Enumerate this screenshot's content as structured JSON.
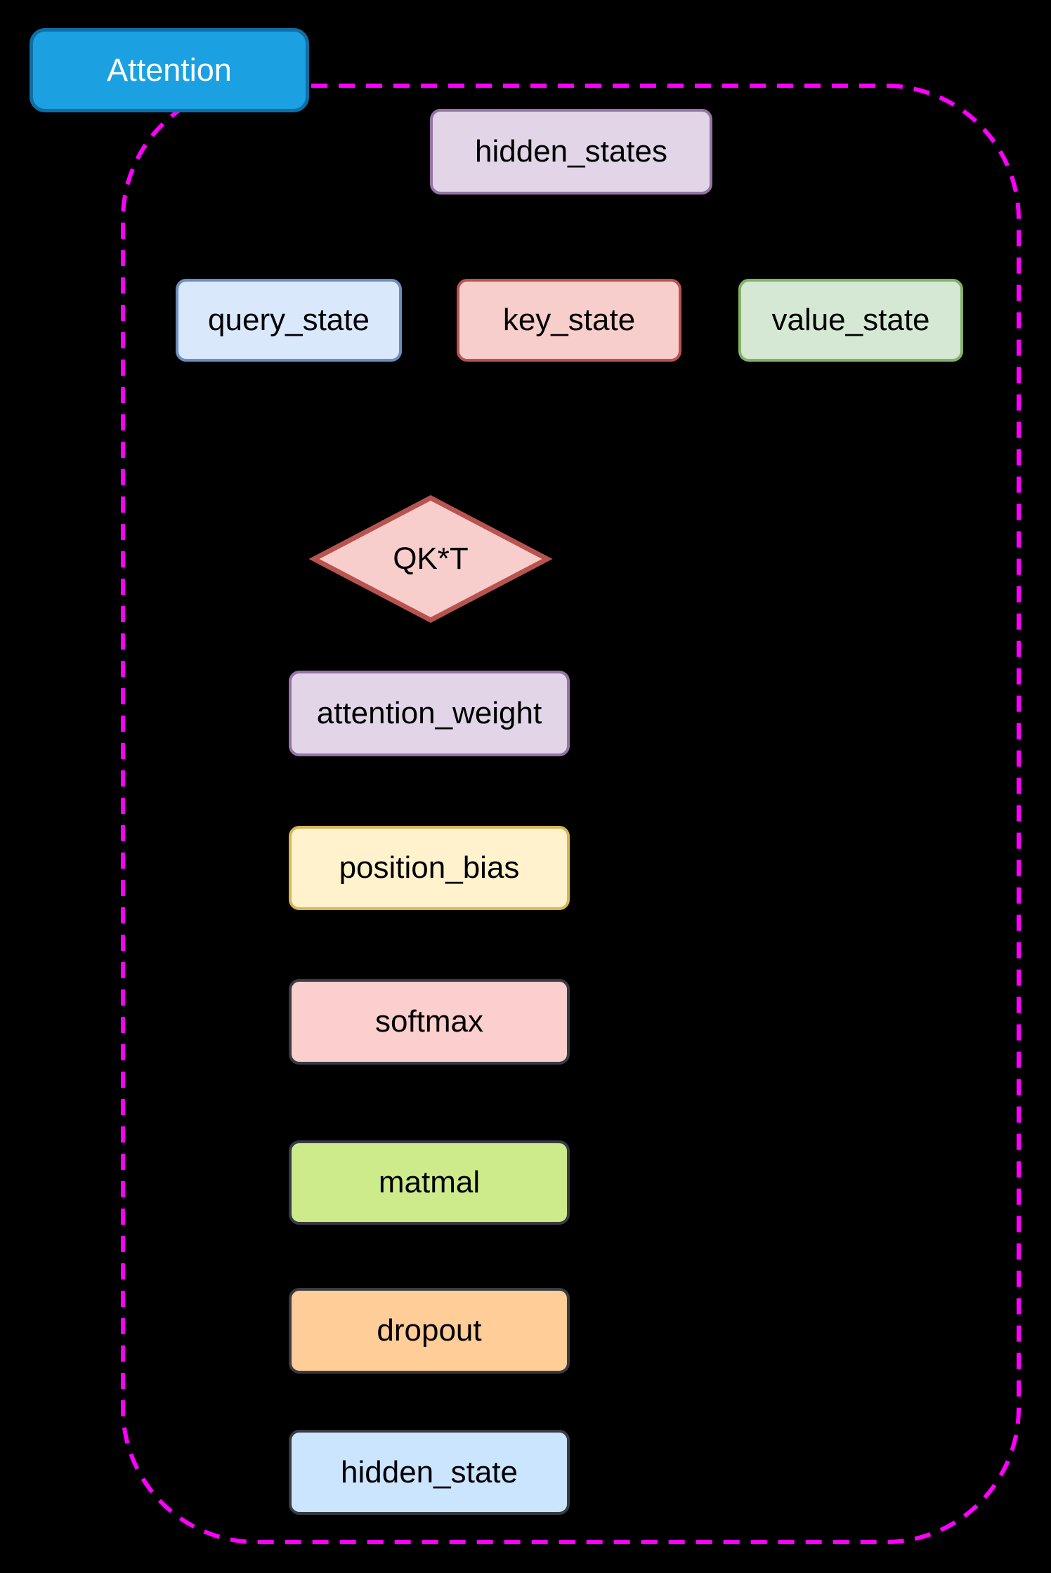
{
  "background_color": "#000000",
  "group_container": {
    "border_color": "#FF00FF",
    "border_style": "dashed"
  },
  "title_node": {
    "label": "Attention",
    "fill": "#1BA1E2",
    "border": "#0F6FA5",
    "text_color": "#FFFFFF"
  },
  "node_text_color": "#000000",
  "nodes": {
    "hidden_states": {
      "label": "hidden_states",
      "fill": "#E1D5E7",
      "border": "#9673A6",
      "shape": "rounded-rect"
    },
    "query_state": {
      "label": "query_state",
      "fill": "#DAE8FC",
      "border": "#6C8EBF",
      "shape": "rounded-rect"
    },
    "key_state": {
      "label": "key_state",
      "fill": "#F8CECC",
      "border": "#B85450",
      "shape": "rounded-rect"
    },
    "value_state": {
      "label": "value_state",
      "fill": "#D5E8D4",
      "border": "#82B366",
      "shape": "rounded-rect"
    },
    "qkt": {
      "label": "QK*T",
      "fill": "#F8CECC",
      "border": "#B85450",
      "shape": "diamond"
    },
    "attention_weight": {
      "label": "attention_weight",
      "fill": "#E1D5E7",
      "border": "#9673A6",
      "shape": "rounded-rect"
    },
    "position_bias": {
      "label": "position_bias",
      "fill": "#FFF2CC",
      "border": "#D6B656",
      "shape": "rounded-rect"
    },
    "softmax": {
      "label": "softmax",
      "fill": "#FBCFCD",
      "border": "#383C42",
      "shape": "rounded-rect"
    },
    "matmal": {
      "label": "matmal",
      "fill": "#CDEB8B",
      "border": "#383C42",
      "shape": "rounded-rect"
    },
    "dropout": {
      "label": "dropout",
      "fill": "#FFCD97",
      "border": "#383C42",
      "shape": "rounded-rect"
    },
    "hidden_state": {
      "label": "hidden_state",
      "fill": "#CCE5FF",
      "border": "#383C42",
      "shape": "rounded-rect"
    }
  }
}
